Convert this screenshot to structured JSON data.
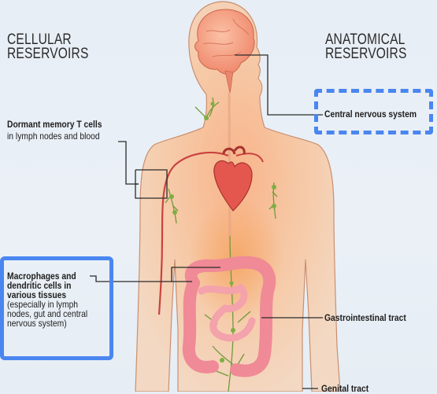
{
  "headings": {
    "cellular": [
      "CELLULAR",
      "RESERVOIRS"
    ],
    "anatomical": [
      "ANATOMICAL",
      "RESERVOIRS"
    ]
  },
  "labels": {
    "dormant_t_cells": [
      "Dormant memory T cells",
      "in lymph nodes and blood"
    ],
    "macrophages": [
      "Macrophages and",
      "dendritic cells in",
      "various tissues"
    ],
    "macrophages_detail": [
      "(especially in lymph",
      "nodes, gut and central",
      "nervous system)"
    ],
    "cns": "Central nervous system",
    "gi_tract": "Gastrointestinal tract",
    "genital_tract": "Genital tract"
  },
  "colors": {
    "highlight": "#4a86f0",
    "skin": "#f6c8a4",
    "organ_red": "#e4574f",
    "lymph_green": "#6f9a3a",
    "leader_line": "#2a2a2a"
  }
}
